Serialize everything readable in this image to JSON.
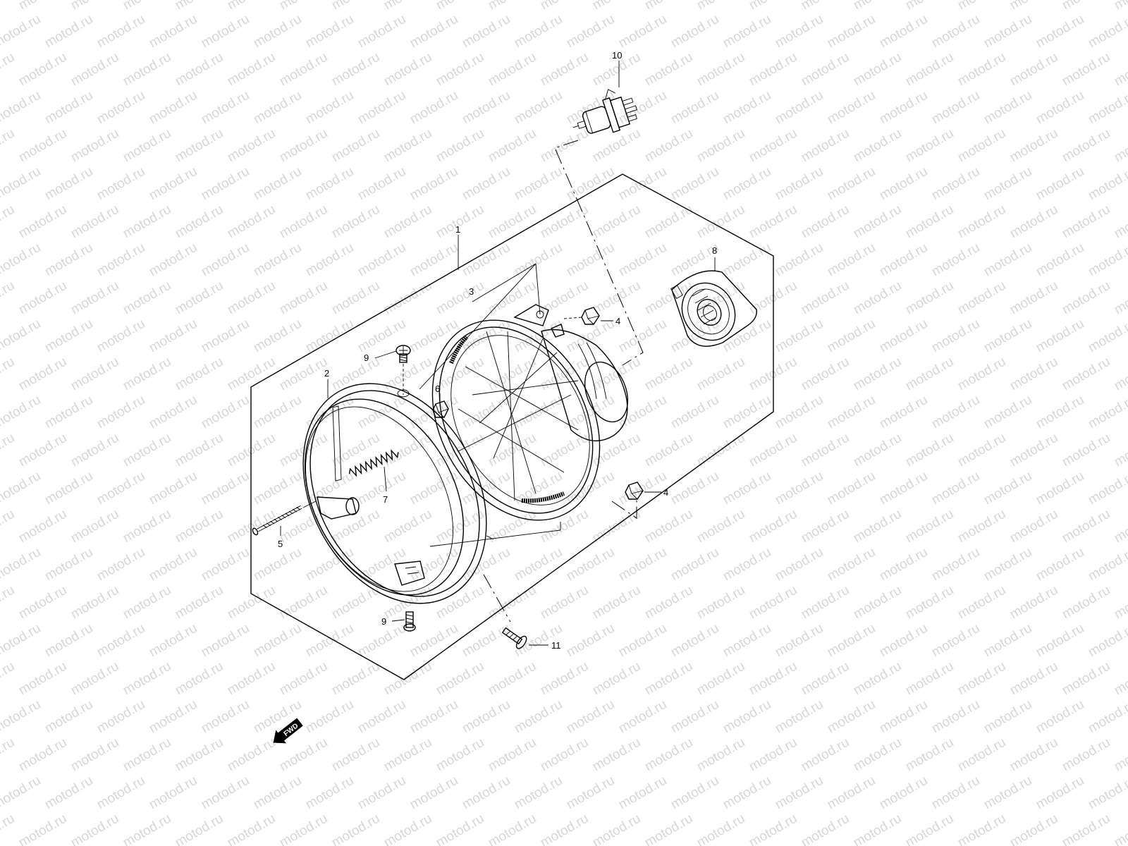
{
  "watermark": {
    "text": "motod.ru",
    "color": "#d6d6d6"
  },
  "callouts": {
    "1": "1",
    "2": "2",
    "3": "3",
    "4a": "4",
    "4b": "4",
    "5": "5",
    "6": "6",
    "7": "7",
    "8": "8",
    "9a": "9",
    "9b": "9",
    "10": "10",
    "11": "11"
  },
  "fwd_arrow": {
    "label": "FWD"
  },
  "colors": {
    "ink": "#000000",
    "background": "#ffffff"
  }
}
